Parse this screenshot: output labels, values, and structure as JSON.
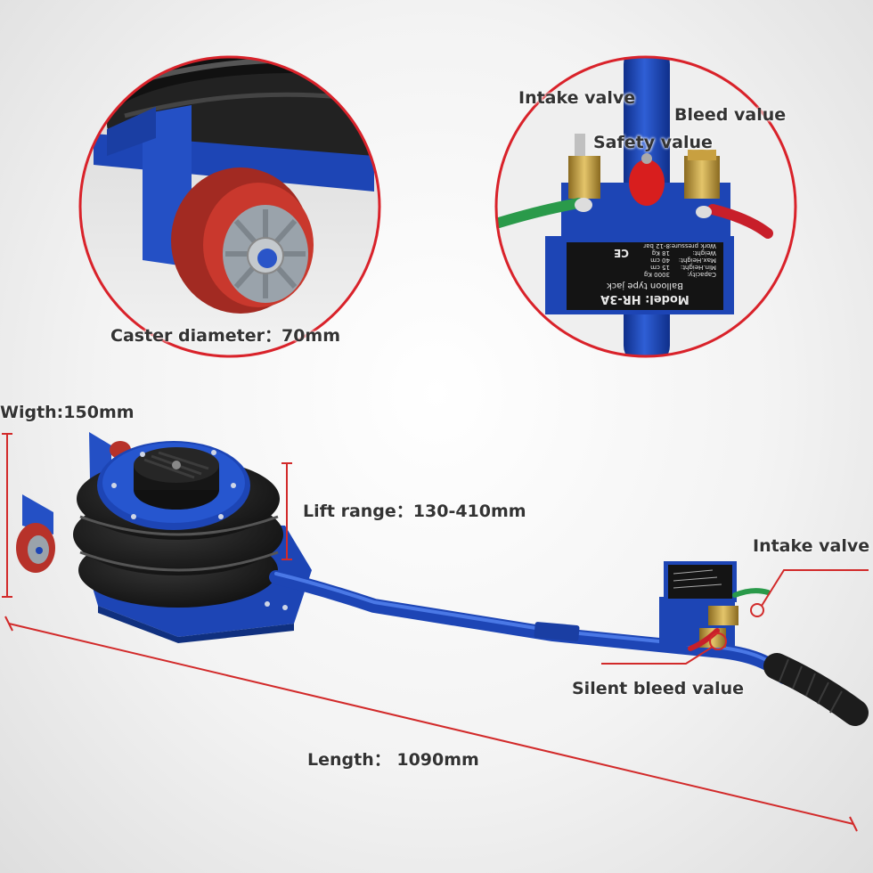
{
  "labels": {
    "intake_valve_top": "Intake valve",
    "bleed_value_top": "Bleed value",
    "safety_value": "Safety value",
    "caster_diameter": "Caster diameter：70mm",
    "width": "Wigth:150mm",
    "lift_range": "Lift range：130-410mm",
    "intake_valve_side": "Intake valve",
    "silent_bleed": "Silent bleed value",
    "length": "Length： 1090mm"
  },
  "nameplate": {
    "model": "Model: HR-3A",
    "type": "Balloon type jack",
    "row_capacity": "Capacity:",
    "row_capacity_val": "3000 Kg",
    "row_min": "Min.Height:",
    "row_min_val": "15 cm",
    "row_max": "Max.Height:",
    "row_max_val": "40 cm",
    "row_weight": "Weight:",
    "row_weight_val": "18 Kg",
    "row_pressure": "Work pressure:",
    "row_pressure_val": "8-12 bar",
    "ce_mark": "CE"
  },
  "colors": {
    "frame_blue": "#1d45b5",
    "wheel_red": "#c1362c",
    "callout_red": "#d22a2a",
    "rubber_black": "#1c1c1c"
  }
}
